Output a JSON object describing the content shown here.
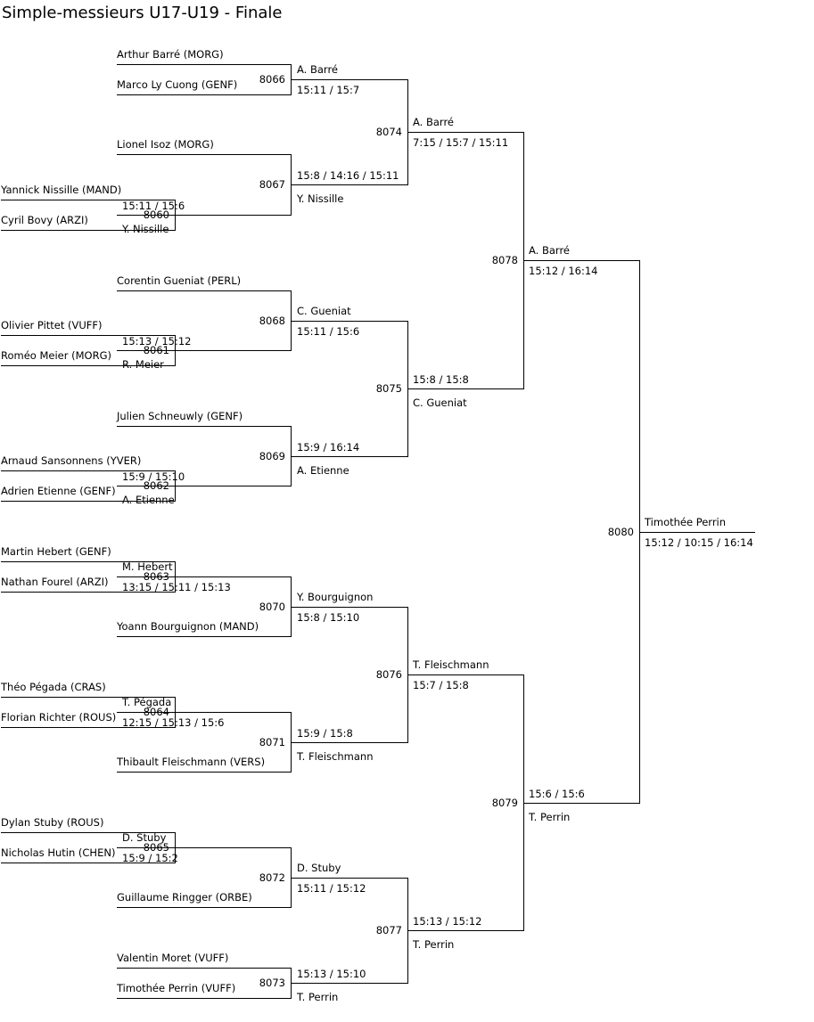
{
  "title": "Simple-messieurs U17-U19 - Finale",
  "players": [
    {
      "id": "p1",
      "name": "Arthur Barré (MORG)"
    },
    {
      "id": "p2",
      "name": "Marco Ly Cuong (GENF)"
    },
    {
      "id": "p3",
      "name": "Lionel Isoz (MORG)"
    },
    {
      "id": "p4",
      "name": "Yannick Nissille (MAND)"
    },
    {
      "id": "p5",
      "name": "Cyril Bovy (ARZI)"
    },
    {
      "id": "p6",
      "name": "Corentin Gueniat (PERL)"
    },
    {
      "id": "p7",
      "name": "Olivier Pittet (VUFF)"
    },
    {
      "id": "p8",
      "name": "Roméo Meier (MORG)"
    },
    {
      "id": "p9",
      "name": "Julien Schneuwly (GENF)"
    },
    {
      "id": "p10",
      "name": "Arnaud Sansonnens (YVER)"
    },
    {
      "id": "p11",
      "name": "Adrien Etienne (GENF)"
    },
    {
      "id": "p12",
      "name": "Martin Hebert (GENF)"
    },
    {
      "id": "p13",
      "name": "Nathan Fourel (ARZI)"
    },
    {
      "id": "p14",
      "name": "Yoann Bourguignon (MAND)"
    },
    {
      "id": "p15",
      "name": "Théo Pégada (CRAS)"
    },
    {
      "id": "p16",
      "name": "Florian Richter (ROUS)"
    },
    {
      "id": "p17",
      "name": "Thibault Fleischmann (VERS)"
    },
    {
      "id": "p18",
      "name": "Dylan Stuby (ROUS)"
    },
    {
      "id": "p19",
      "name": "Nicholas Hutin (CHEN)"
    },
    {
      "id": "p20",
      "name": "Guillaume Ringger (ORBE)"
    },
    {
      "id": "p21",
      "name": "Valentin Moret (VUFF)"
    },
    {
      "id": "p22",
      "name": "Timothée Perrin (VUFF)"
    }
  ],
  "matches": [
    {
      "id": "8060",
      "inputs": [
        "p4",
        "p5"
      ],
      "winner": "Y. Nissille",
      "score": "15:11 / 15:6",
      "score_pos": "above"
    },
    {
      "id": "8061",
      "inputs": [
        "p7",
        "p8"
      ],
      "winner": "R. Meier",
      "score": "15:13 / 15:12",
      "score_pos": "above"
    },
    {
      "id": "8062",
      "inputs": [
        "p10",
        "p11"
      ],
      "winner": "A. Etienne",
      "score": "15:9 / 15:10",
      "score_pos": "above"
    },
    {
      "id": "8063",
      "inputs": [
        "p12",
        "p13"
      ],
      "winner": "M. Hebert",
      "score": "13:15 / 15:11 / 15:13",
      "score_pos": "below"
    },
    {
      "id": "8064",
      "inputs": [
        "p15",
        "p16"
      ],
      "winner": "T. Pégada",
      "score": "12:15 / 15:13 / 15:6",
      "score_pos": "below"
    },
    {
      "id": "8065",
      "inputs": [
        "p18",
        "p19"
      ],
      "winner": "D. Stuby",
      "score": "15:9 / 15:2",
      "score_pos": "below"
    },
    {
      "id": "8066",
      "inputs": [
        "p1",
        "p2"
      ],
      "winner": "A. Barré",
      "score": "15:11 / 15:7",
      "score_pos": "below"
    },
    {
      "id": "8067",
      "inputs": [
        "p3",
        "8060"
      ],
      "winner": "Y. Nissille",
      "score": "15:8 / 14:16 / 15:11",
      "score_pos": "above"
    },
    {
      "id": "8068",
      "inputs": [
        "p6",
        "8061"
      ],
      "winner": "C. Gueniat",
      "score": "15:11 / 15:6",
      "score_pos": "below"
    },
    {
      "id": "8069",
      "inputs": [
        "p9",
        "8062"
      ],
      "winner": "A. Etienne",
      "score": "15:9 / 16:14",
      "score_pos": "above"
    },
    {
      "id": "8070",
      "inputs": [
        "8063",
        "p14"
      ],
      "winner": "Y. Bourguignon",
      "score": "15:8 / 15:10",
      "score_pos": "below"
    },
    {
      "id": "8071",
      "inputs": [
        "8064",
        "p17"
      ],
      "winner": "T. Fleischmann",
      "score": "15:9 / 15:8",
      "score_pos": "above"
    },
    {
      "id": "8072",
      "inputs": [
        "8065",
        "p20"
      ],
      "winner": "D. Stuby",
      "score": "15:11 / 15:12",
      "score_pos": "below"
    },
    {
      "id": "8073",
      "inputs": [
        "p21",
        "p22"
      ],
      "winner": "T. Perrin",
      "score": "15:13 / 15:10",
      "score_pos": "above"
    },
    {
      "id": "8074",
      "inputs": [
        "8066",
        "8067"
      ],
      "winner": "A. Barré",
      "score": "7:15 / 15:7 / 15:11",
      "score_pos": "below"
    },
    {
      "id": "8075",
      "inputs": [
        "8068",
        "8069"
      ],
      "winner": "C. Gueniat",
      "score": "15:8 / 15:8",
      "score_pos": "above"
    },
    {
      "id": "8076",
      "inputs": [
        "8070",
        "8071"
      ],
      "winner": "T. Fleischmann",
      "score": "15:7 / 15:8",
      "score_pos": "below"
    },
    {
      "id": "8077",
      "inputs": [
        "8072",
        "8073"
      ],
      "winner": "T. Perrin",
      "score": "15:13 / 15:12",
      "score_pos": "above"
    },
    {
      "id": "8078",
      "inputs": [
        "8074",
        "8075"
      ],
      "winner": "A. Barré",
      "score": "15:12 / 16:14",
      "score_pos": "below"
    },
    {
      "id": "8079",
      "inputs": [
        "8076",
        "8077"
      ],
      "winner": "T. Perrin",
      "score": "15:6 / 15:6",
      "score_pos": "above"
    },
    {
      "id": "8080",
      "inputs": [
        "8078",
        "8079"
      ],
      "winner": "Timothée Perrin",
      "score": "15:12 / 10:15 / 16:14",
      "score_pos": "below"
    }
  ]
}
